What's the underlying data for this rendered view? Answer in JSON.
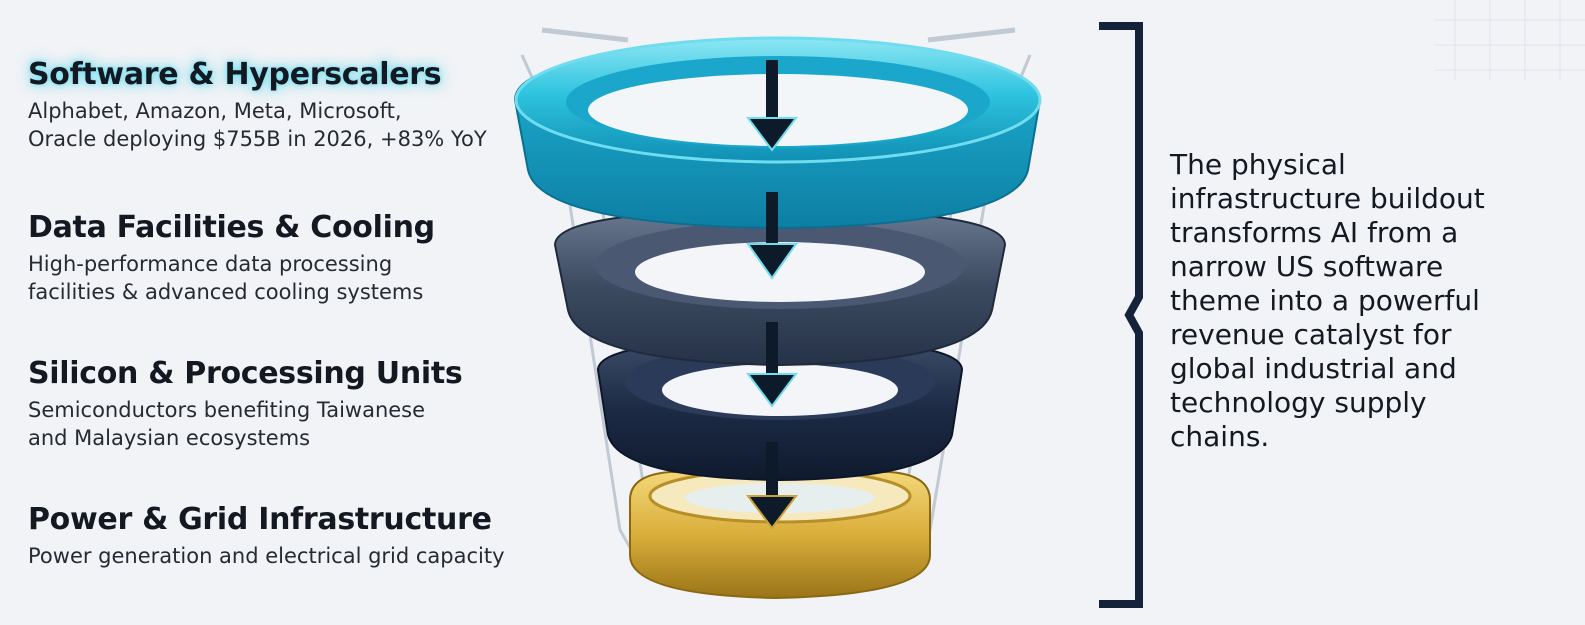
{
  "tiers": [
    {
      "title": "Software & Hyperscalers",
      "desc_lines": [
        "Alphabet, Amazon, Meta, Microsoft,",
        "Oracle deploying $755B in 2026, +83% YoY"
      ]
    },
    {
      "title": "Data Facilities & Cooling",
      "desc_lines": [
        "High-performance data processing",
        "facilities & advanced cooling systems"
      ]
    },
    {
      "title": "Silicon & Processing Units",
      "desc_lines": [
        "Semiconductors benefiting Taiwanese",
        "and Malaysian ecosystems"
      ]
    },
    {
      "title": "Power & Grid Infrastructure",
      "desc_lines": [
        "Power generation and electrical grid capacity"
      ]
    }
  ],
  "summary_lines": [
    "The physical",
    "infrastructure buildout",
    "transforms AI from a",
    "narrow US software",
    "theme into a powerful",
    "revenue catalyst for",
    "global industrial and",
    "technology supply",
    "chains."
  ],
  "colors": {
    "ring_top": "#2ec3df",
    "ring_mid": "#3c4a60",
    "ring_low": "#1c2a44",
    "base_gold": "#d9ae3a",
    "arrow": "#0d1a2a",
    "bracket": "#14233a"
  }
}
